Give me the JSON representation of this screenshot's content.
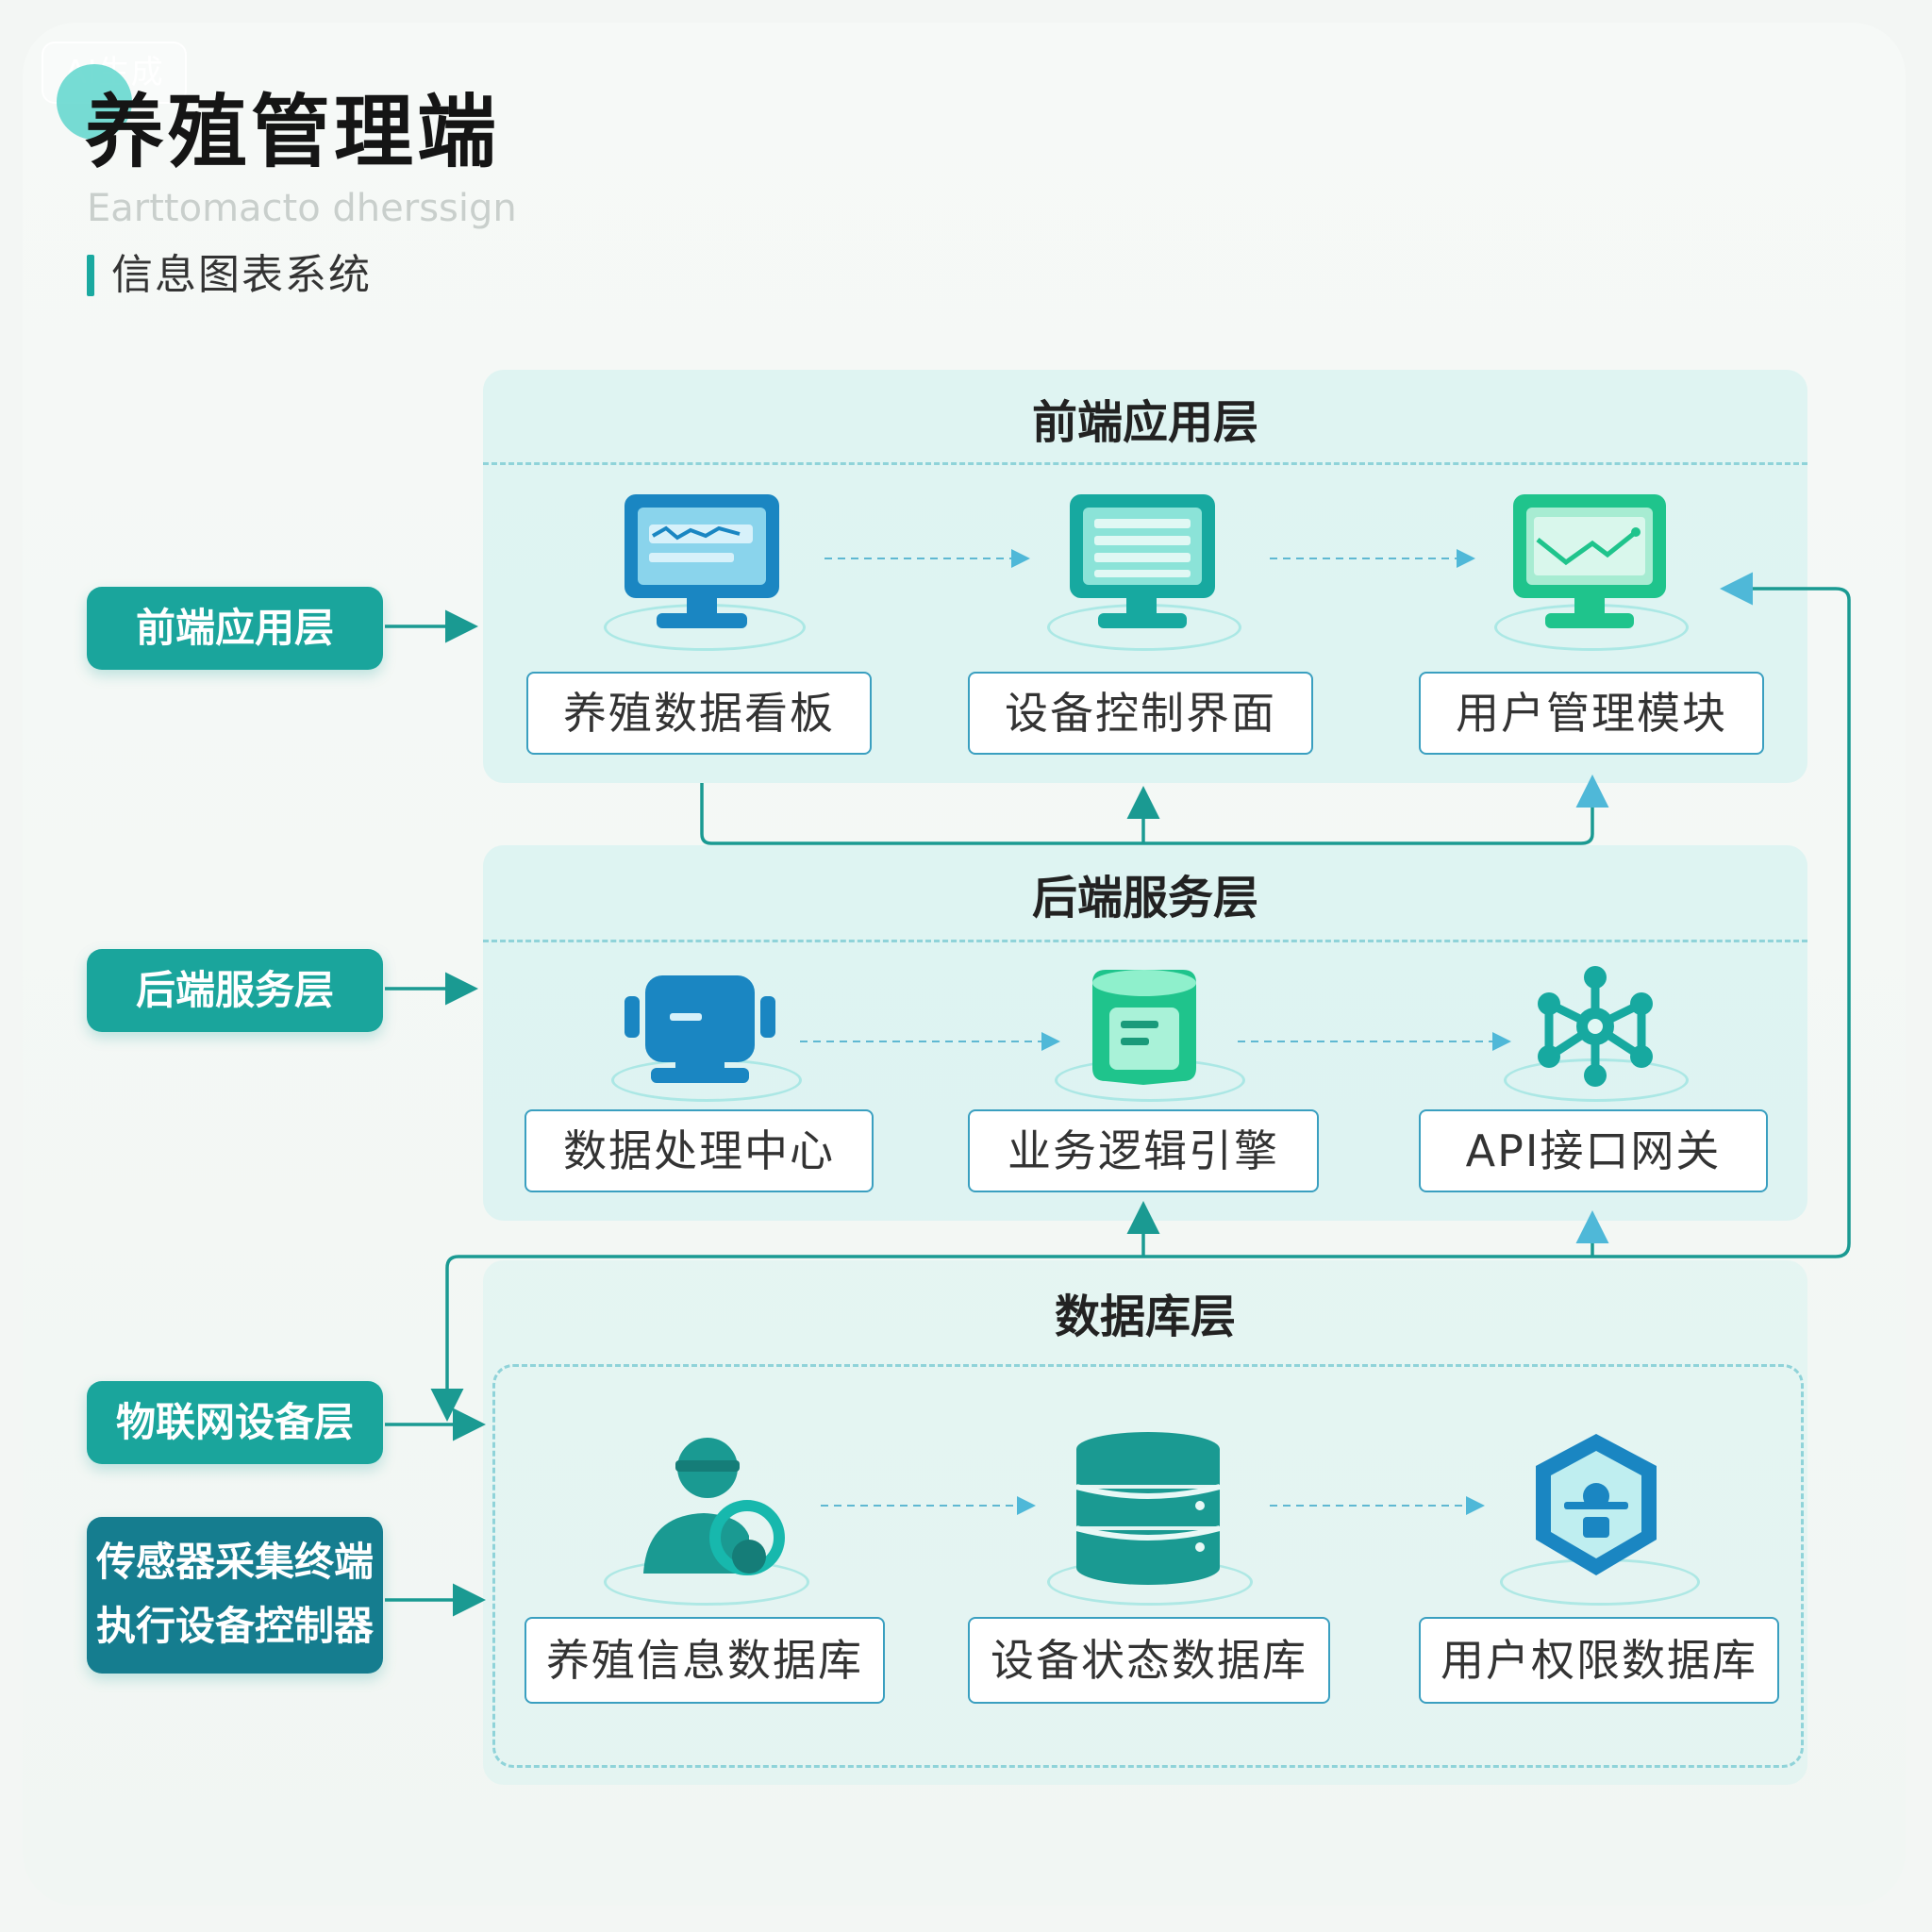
{
  "header": {
    "badge": "AI生成",
    "title": "养殖管理端",
    "subtitle_en": "Earttomacto dherssign",
    "subtitle_cn": "信息图表系统"
  },
  "layers": {
    "frontend": {
      "title": "前端应用层",
      "nodes": [
        "养殖数据看板",
        "设备控制界面",
        "用户管理模块"
      ],
      "icons": [
        "monitor-dashboard-icon",
        "monitor-list-icon",
        "monitor-chart-icon"
      ]
    },
    "backend": {
      "title": "后端服务层",
      "nodes": [
        "数据处理中心",
        "业务逻辑引擎",
        "API接口网关"
      ],
      "icons": [
        "robot-icon",
        "server-document-icon",
        "network-hub-icon"
      ]
    },
    "database": {
      "title": "数据库层",
      "nodes": [
        "养殖信息数据库",
        "设备状态数据库",
        "用户权限数据库"
      ],
      "icons": [
        "farmer-user-icon",
        "database-stack-icon",
        "shield-icon"
      ]
    }
  },
  "sidebar": {
    "frontend": "前端应用层",
    "backend": "后端服务层",
    "iot": "物联网设备层",
    "device_line1": "传感器采集终端",
    "device_line2": "执行设备控制器"
  },
  "colors": {
    "accent": "#1aa59c",
    "accent_dark": "#157d8f",
    "connector": "#1a9a92",
    "node_border": "#3a9fc0",
    "panel_fill": "#ccf0ee"
  }
}
